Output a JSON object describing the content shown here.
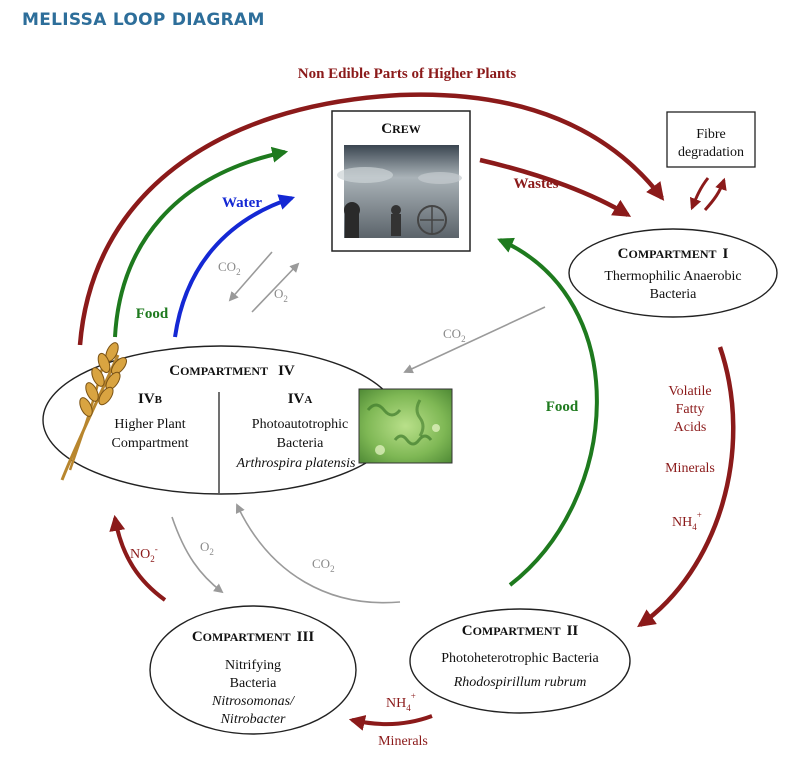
{
  "page_title": "MELISSA LOOP DIAGRAM",
  "colors": {
    "title": "#2d6e9a",
    "dark_red": "#8b1a1a",
    "green": "#1e7a1e",
    "blue": "#1428d4",
    "gray": "#9a9a9a",
    "text": "#111111"
  },
  "labels": {
    "non_edible": "Non Edible Parts of Higher Plants",
    "wastes": "Wastes",
    "water": "Water",
    "food_left": "Food",
    "food_right": "Food",
    "co2": "CO",
    "o2": "O",
    "sub2": "2",
    "sub4": "4",
    "sup_plus": "+",
    "sup_minus": "-",
    "no3": "NO",
    "nh4": "NH",
    "vfa1": "Volatile",
    "vfa2": "Fatty",
    "vfa3": "Acids",
    "minerals_right": "Minerals",
    "minerals_bottom": "Minerals"
  },
  "crew": {
    "cap": "C",
    "rest": "REW"
  },
  "fibre": {
    "line1": "Fibre",
    "line2": "degradation"
  },
  "compartment_word": {
    "cap": "C",
    "rest": "OMPARTMENT"
  },
  "compartment1": {
    "num": "I",
    "line1": "Thermophilic Anaerobic",
    "line2": "Bacteria"
  },
  "compartment2": {
    "num": "II",
    "line1": "Photoheterotrophic Bacteria",
    "line2": "Rhodospirillum rubrum"
  },
  "compartment3": {
    "num": "III",
    "line1": "Nitrifying",
    "line2": "Bacteria",
    "line3": "Nitrosomonas/",
    "line4": "Nitrobacter"
  },
  "compartment4": {
    "num": "IV",
    "ivb": {
      "cap": "IV",
      "small": "B",
      "line1": "Higher Plant",
      "line2": "Compartment"
    },
    "iva": {
      "cap": "IV",
      "small": "A",
      "line1": "Photoautotrophic",
      "line2": "Bacteria",
      "line3": "Arthrospira platensis"
    }
  }
}
